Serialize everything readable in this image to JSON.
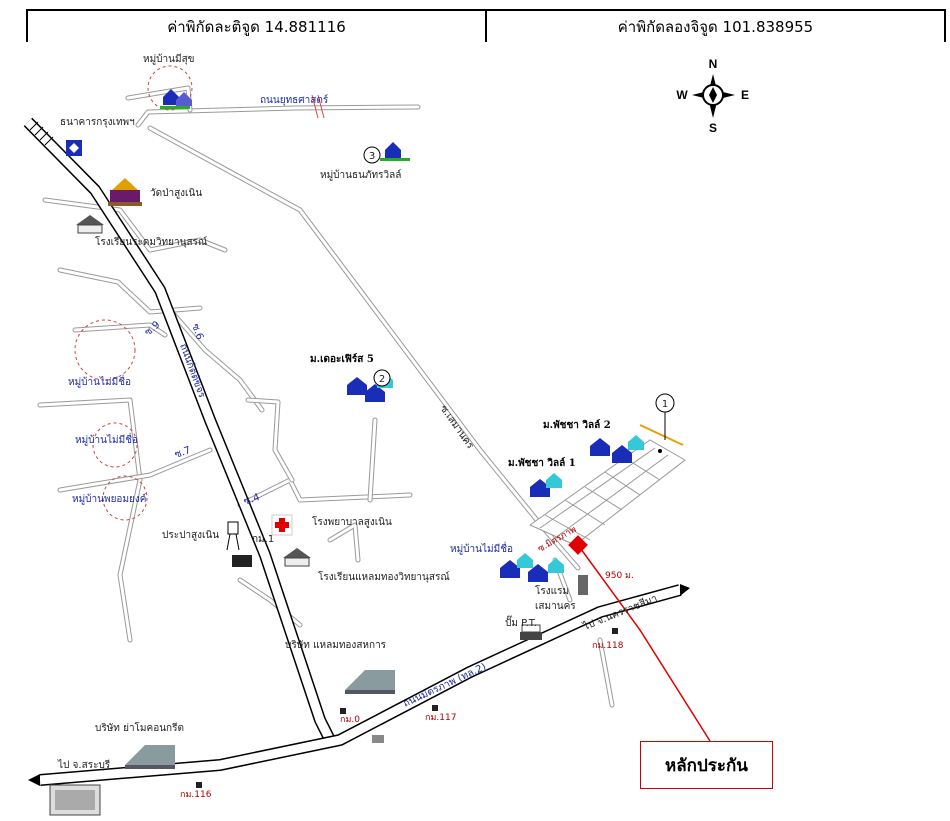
{
  "header": {
    "latitude": "ค่าพิกัดละติจูด 14.881116",
    "longitude": "ค่าพิกัดลองจิจูด 101.838955"
  },
  "compass": {
    "n": "N",
    "s": "S",
    "e": "E",
    "w": "W"
  },
  "labels": {
    "village_misuk": "หมู่บ้านมีสุข",
    "road_yuthasat": "ถนนยุทธศาสตร์",
    "bangkok_bank": "ธนาคารกรุงเทพฯ",
    "village_thanaphat": "หมู่บ้านธนภัทรวิลล์",
    "wat_pa": "วัดป่าสูงเนิน",
    "school_mattayom": "โรงเรียนระดมวิทยานุสรณ์",
    "soi_6": "ซ.6",
    "soi_9": "ซ.9",
    "soi_7": "ซ.7",
    "soi_4": "ซ.4",
    "village_no_name_1": "หมู่บ้านไม่มีชื่อ",
    "village_no_name_2": "หมู่บ้านไม่มีชื่อ",
    "village_no_name_3": "หมู่บ้านไม่มีชื่อ",
    "village_phayom": "หมู่บ้านพยอมยงค์",
    "road_main_vertical": "ถนนกิตติขจร",
    "m_the_first_5": "ม.เดอะเฟิร์ส 5",
    "soi_semanakorn": "ซ.เสมานคร",
    "m_phatcha_2": "ม.พัชชา วิลล์ 2",
    "m_phatcha_1": "ม.พัชชา วิลล์ 1",
    "hospital": "โรงพยาบาลสูงเนิน",
    "km1": "กม.1",
    "prapa": "ประปาสูงเนิน",
    "school_laemthong": "โรงเรียนแหลมทองวิทยานุสรณ์",
    "road_small": "ซ.มิตรภาพ",
    "distance": "950 ม.",
    "hotel_1": "โรงแรม",
    "hotel_2": "เสมานคร",
    "pump": "ปั๊ม P.T.",
    "to_nakhon": "ไป จ.นครราชสีมา",
    "km118": "กม.118",
    "company_laemthong": "บริษัท แหลมทองสหการ",
    "road_mittraphap": "ถนนมิตรภาพ (ทล.2)",
    "km0": "กม.0",
    "km117": "กม.117",
    "company_yamo": "บริษัท ย่าโมคอนกรีต",
    "to_saraburi": "ไป จ.สระบุรี",
    "km116": "กม.116",
    "collateral": "หลักประกัน",
    "mark_1": "1",
    "mark_2": "2",
    "mark_3": "3"
  },
  "colors": {
    "marker": "#e00000",
    "house_blue": "#1a2db8",
    "house_cyan": "#35c8d8",
    "road_gray": "#9a9a9a"
  }
}
